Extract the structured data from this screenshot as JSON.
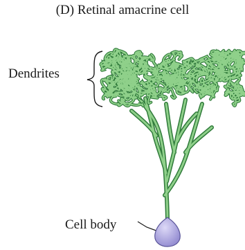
{
  "figure": {
    "caption": "(D)  Retinal amacrine cell",
    "labels": {
      "dendrites": "Dendrites",
      "cell_body": "Cell body"
    }
  },
  "colors": {
    "dendrite_fill": "#8fd08a",
    "dendrite_stroke": "#2f7a3a",
    "cell_body_fill": "#b3aee0",
    "cell_body_stroke": "#5a5599",
    "text": "#1a1a1a"
  }
}
